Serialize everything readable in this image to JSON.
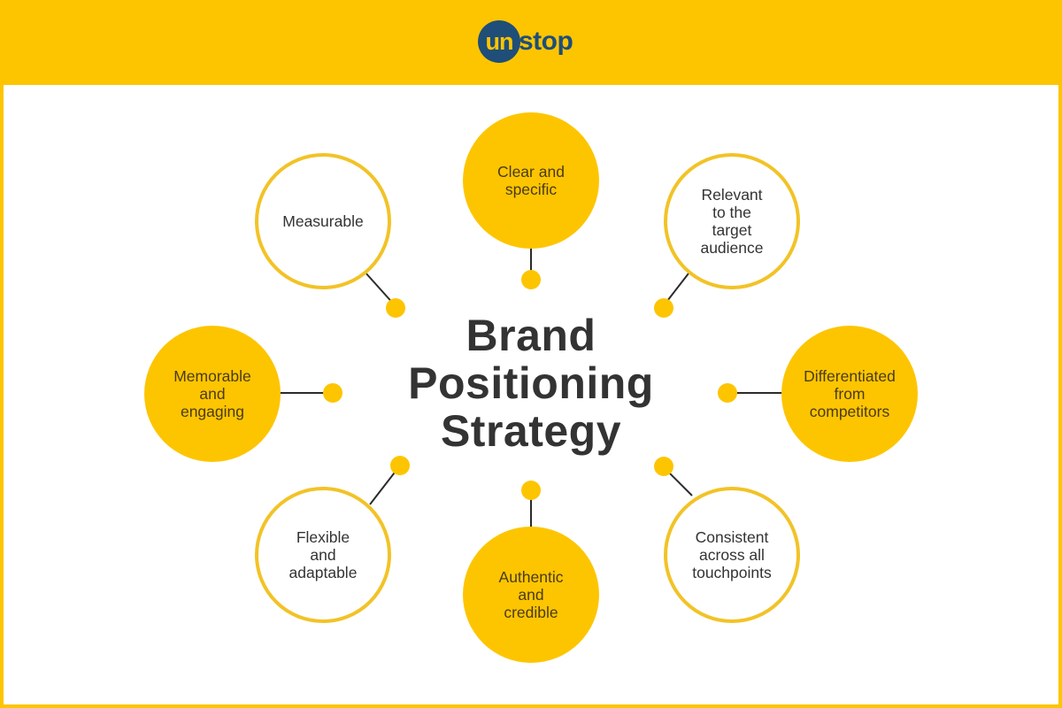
{
  "header": {
    "logo": {
      "part1": "un",
      "part2": "stop",
      "alt": "unstop"
    }
  },
  "title": {
    "line1": "Brand",
    "line2": "Positioning",
    "line3": "Strategy"
  },
  "colors": {
    "accent_yellow": "#FDC500",
    "outline_yellow": "#F2C327",
    "logo_navy": "#1F4E79",
    "text_dark": "#333333",
    "connector": "#2B2B2B"
  },
  "nodes": [
    {
      "id": "clear",
      "label": "Clear and\nspecific",
      "style": "filled",
      "position": "top"
    },
    {
      "id": "relevant",
      "label": "Relevant\nto the\ntarget\naudience",
      "style": "outline",
      "position": "top-right"
    },
    {
      "id": "differentiated",
      "label": "Differentiated\nfrom\ncompetitors",
      "style": "filled",
      "position": "right"
    },
    {
      "id": "consistent",
      "label": "Consistent\nacross all\ntouchpoints",
      "style": "outline",
      "position": "bottom-right"
    },
    {
      "id": "authentic",
      "label": "Authentic\nand\ncredible",
      "style": "filled",
      "position": "bottom"
    },
    {
      "id": "flexible",
      "label": "Flexible\nand\nadaptable",
      "style": "outline",
      "position": "bottom-left"
    },
    {
      "id": "memorable",
      "label": "Memorable\nand\nengaging",
      "style": "filled",
      "position": "left"
    },
    {
      "id": "measurable",
      "label": "Measurable",
      "style": "outline",
      "position": "top-left"
    }
  ]
}
